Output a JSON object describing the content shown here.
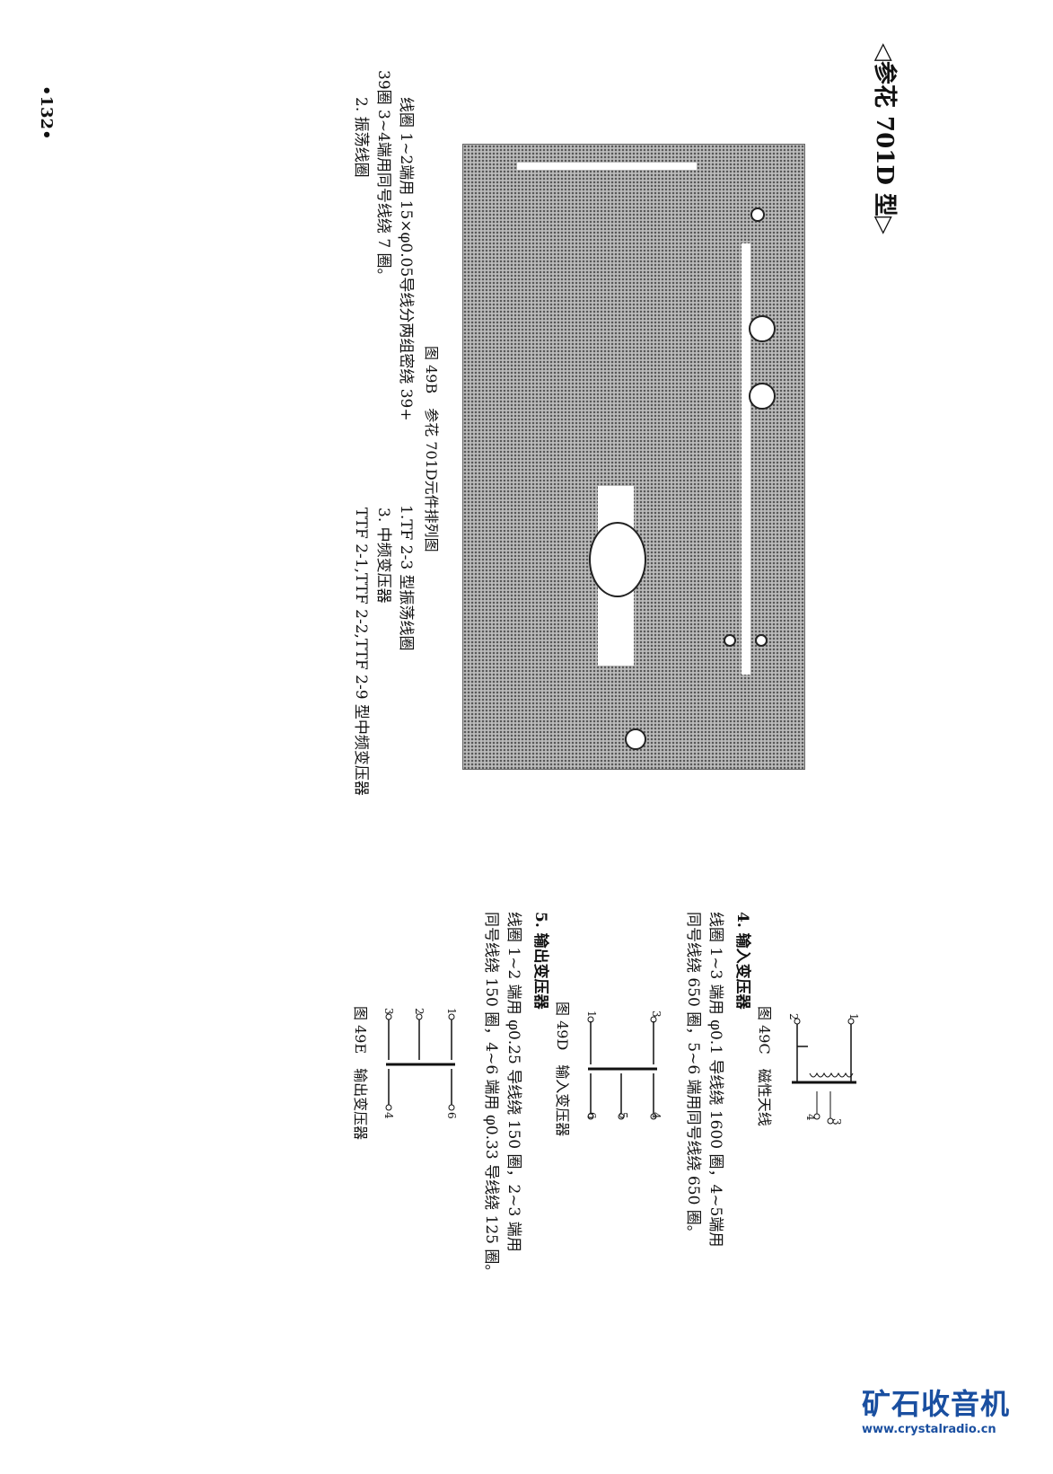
{
  "header": {
    "title": "◁参花 701D 型▷"
  },
  "page_number": "•132•",
  "figure_49b": {
    "caption": "图 49B　参花 701D元件排列图"
  },
  "section_2": {
    "lines": [
      "线圈 1~2端用 15×φ0.05导线分两组密绕 39+",
      "39圈 3~4端用同号线绕 7 圈。",
      "2. 振荡线圈"
    ]
  },
  "section_1_3": {
    "lines": [
      "1.TF 2-3 型振荡线圈",
      "3. 中频变压器",
      "TTF 2-1,TTF 2-2,TTF 2-9 型中频变压器"
    ]
  },
  "section_4": {
    "title": "4. 输入变压器",
    "lines": [
      "线圈 1~3 端用 φ0.1 导线绕 1600 圈，4~5端用",
      "同号线绕 650 圈，5~6 端用同号线绕 650 圈。"
    ]
  },
  "figure_49c": {
    "caption": "图 49C　磁性天线",
    "terminals": [
      "1",
      "2",
      "3",
      "4"
    ]
  },
  "figure_49d": {
    "caption": "图 49D　输入变压器",
    "terminals": [
      "3",
      "1",
      "4",
      "5",
      "6"
    ]
  },
  "section_5": {
    "title": "5. 输出变压器",
    "lines": [
      "线圈 1~2 端用 φ0.25 导线绕 150 圈，2~3 端用",
      "同号线绕 150 圈，4~6 端用 φ0.33 导线绕 125 圈。"
    ]
  },
  "figure_49e": {
    "caption": "图 49E　输出变压器",
    "terminals": [
      "1",
      "2",
      "3",
      "6",
      "4"
    ]
  },
  "watermark": {
    "title": "矿石收音机",
    "url": "www.crystalradio.cn"
  }
}
